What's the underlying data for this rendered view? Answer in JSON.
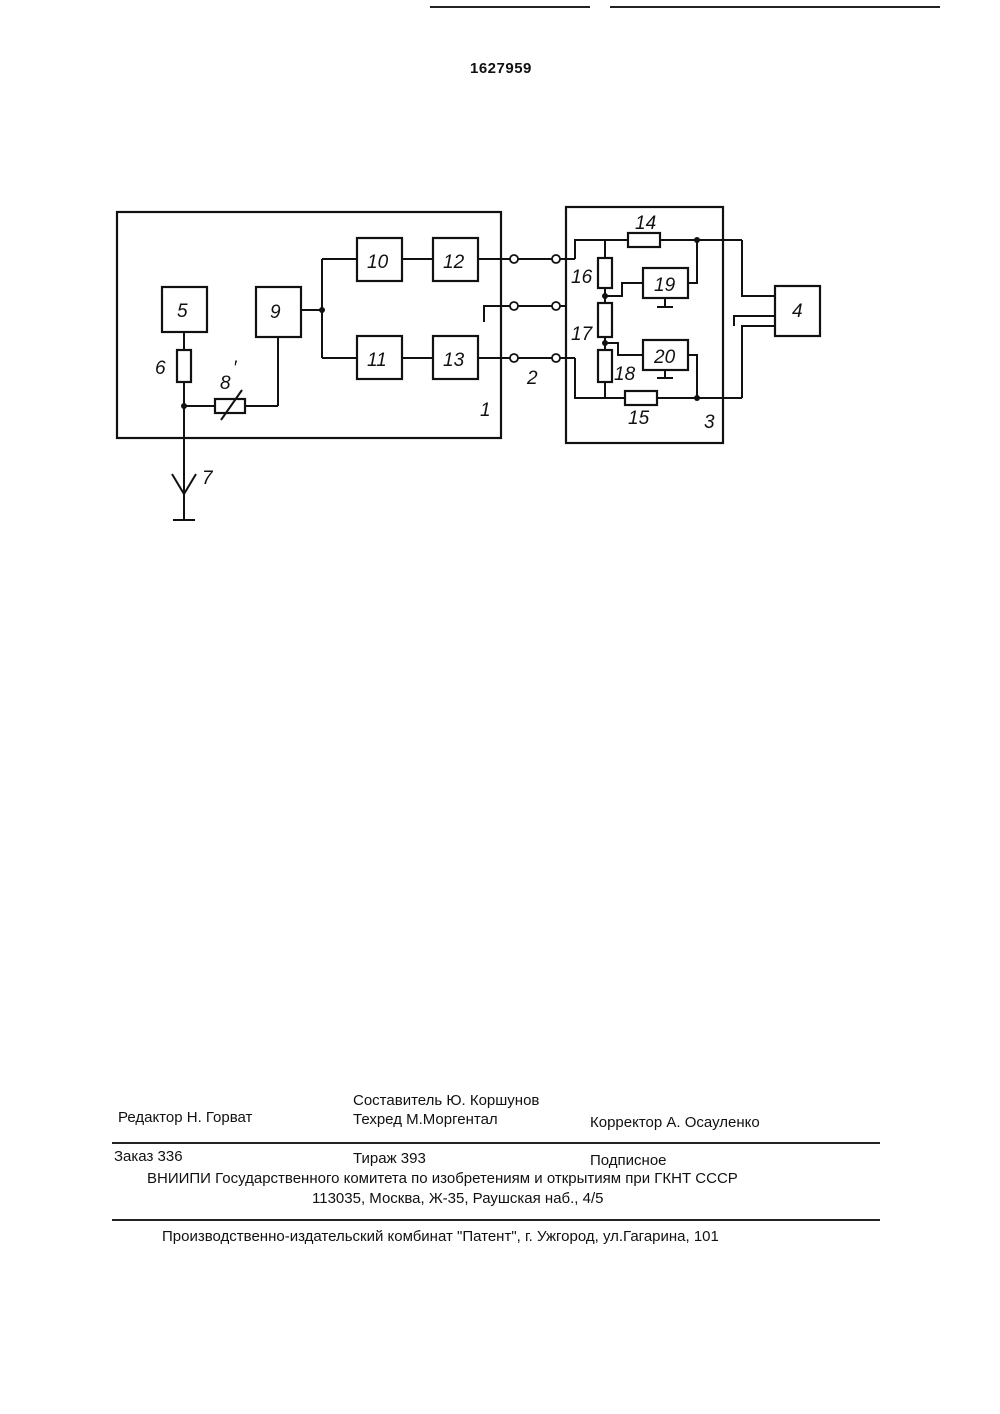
{
  "header": {
    "page_number": "1627959"
  },
  "figure": {
    "labels": {
      "l1": "1",
      "l2": "2",
      "l3": "3",
      "l4": "4",
      "l5": "5",
      "l6": "6",
      "l7": "7",
      "l8": "8",
      "l8mark": "′",
      "l9": "9",
      "l10": "10",
      "l11": "11",
      "l12": "12",
      "l13": "13",
      "l14": "14",
      "l15": "15",
      "l16": "16",
      "l17": "17",
      "l18": "18",
      "l19": "19",
      "l20": "20"
    }
  },
  "imprint": {
    "compiler": "Составитель Ю. Коршунов",
    "editor": "Редактор Н. Горват",
    "techred": "Техред М.Моргентал",
    "corrector": "Корректор  А. Осауленко",
    "order": "Заказ 336",
    "circulation": "Тираж  393",
    "subscription": "Подписное",
    "org": "ВНИИПИ Государственного комитета по изобретениям и открытиям при ГКНТ СССР",
    "address": "113035, Москва, Ж-35, Раушская наб., 4/5",
    "publisher": "Производственно-издательский комбинат \"Патент\", г. Ужгород, ул.Гагарина, 101"
  }
}
